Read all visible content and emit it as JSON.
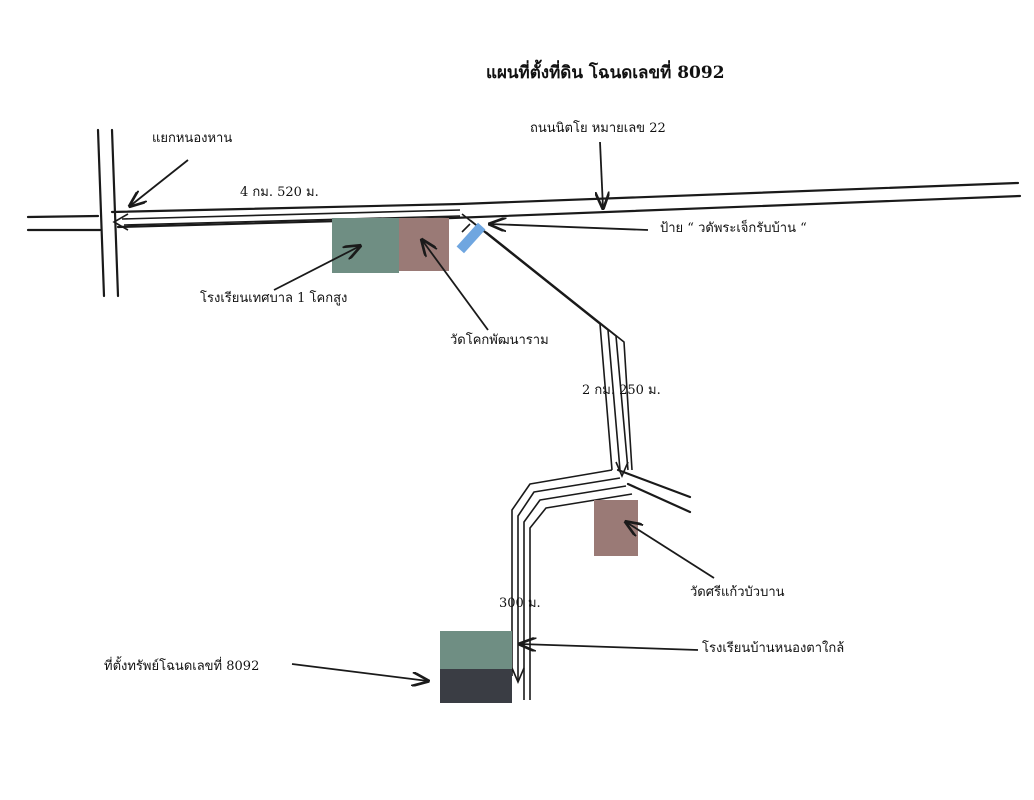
{
  "title": "แผนที่ตั้งที่ดิน โฉนดเลขที่ 8092",
  "labels": {
    "junction": "แยกหนองหาน",
    "road": "ถนนนิตโย หมายเลข 22",
    "distance_main": "4 กม.  520 ม.",
    "sign": "ป้าย “ วดัพระเจ็กรับบ้าน “",
    "school_municipal": "โรงเรียนเทศบาล 1 โคกสูง",
    "temple_khok": "วัดโคกพัฒนาราม",
    "distance_mid": "2 กม. 250 ม.",
    "temple_sri": "วัดศรีแก้วบัวบาน",
    "distance_last": "300 ม.",
    "school_village": "โรงเรียนบ้านหนองตาใกล้",
    "property": "ที่ตั้งทรัพย์โฉนดเลขที่ 8092"
  },
  "colors": {
    "school": "#6f8e83",
    "temple": "#9a7a76",
    "property": "#3a3d44",
    "sign": "#6fa6e0",
    "property_label": "#9b4ea4"
  }
}
